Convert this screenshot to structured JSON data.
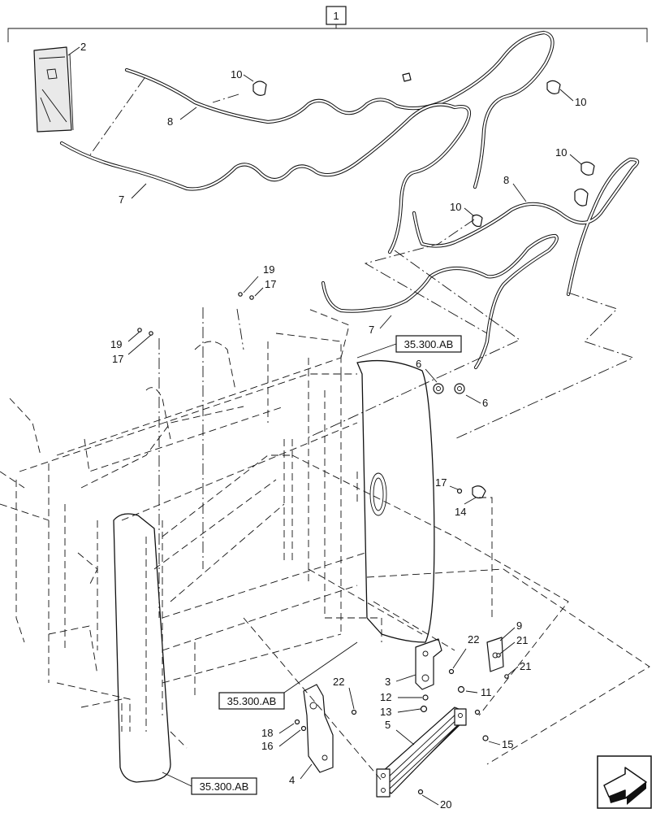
{
  "callouts": {
    "c1": "1",
    "c2": "2",
    "c3": "3",
    "c4": "4",
    "c5": "5",
    "c6a": "6",
    "c6b": "6",
    "c7a": "7",
    "c7b": "7",
    "c8a": "8",
    "c8b": "8",
    "c9": "9",
    "c10a": "10",
    "c10b": "10",
    "c10c": "10",
    "c10d": "10",
    "c11": "11",
    "c12": "12",
    "c13": "13",
    "c14": "14",
    "c15": "15",
    "c16": "16",
    "c17a": "17",
    "c17b": "17",
    "c17c": "17",
    "c18": "18",
    "c19a": "19",
    "c19b": "19",
    "c20": "20",
    "c21a": "21",
    "c21b": "21",
    "c22a": "22",
    "c22b": "22"
  },
  "refs": {
    "ref_top": "35.300.AB",
    "ref_mid": "35.300.AB",
    "ref_bottom": "35.300.AB"
  },
  "icons": {
    "corner": "next-arrow-icon",
    "manual": "manual-booklet-icon"
  }
}
